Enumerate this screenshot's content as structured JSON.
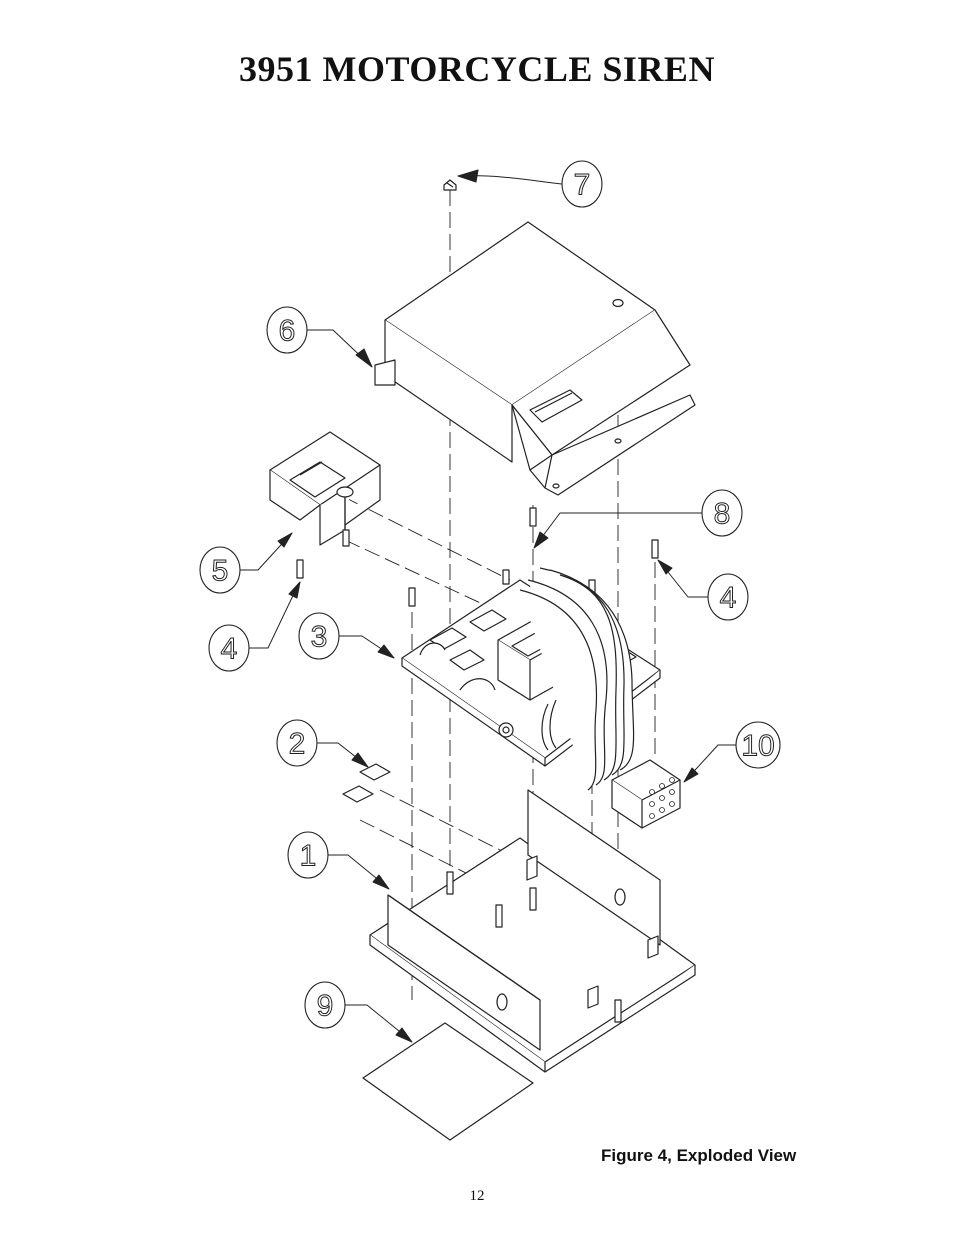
{
  "title": "3951 MOTORCYCLE SIREN",
  "figure_caption": "Figure 4, Exploded View",
  "page_number": "12",
  "callouts": {
    "c7": "7",
    "c6": "6",
    "c8": "8",
    "c5": "5",
    "c4_left": "4",
    "c4_right": "4",
    "c3": "3",
    "c2": "2",
    "c10": "10",
    "c1": "1",
    "c9": "9"
  }
}
